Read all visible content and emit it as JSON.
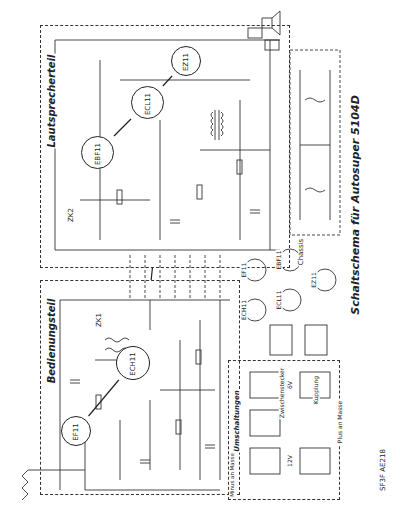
{
  "diagram": {
    "title": "Schaltschema für Autosuper 5104D",
    "nodes": [
      {
        "text": [
          "Bedienungsteil"
        ]
      },
      {
        "text": [
          "Lautsprecherteil"
        ]
      },
      {
        "text": [
          "Umschaltungen"
        ]
      },
      {
        "text": [
          "EF11"
        ],
        "in": 0
      },
      {
        "text": [
          "ECH11"
        ],
        "in": 0
      },
      {
        "text": [
          "EBF11"
        ],
        "in": 1
      },
      {
        "text": [
          "ECL11"
        ],
        "in": 1
      },
      {
        "text": [
          "EZ11"
        ],
        "in": 1
      }
    ],
    "edges": [
      {
        "from": 0,
        "to": 1,
        "arrow": "none"
      },
      {
        "from": 3,
        "to": 4,
        "arrow": "none"
      },
      {
        "from": 5,
        "to": 6,
        "arrow": "none"
      },
      {
        "from": 6,
        "to": 7,
        "arrow": "none"
      }
    ],
    "labels": [
      "Chassis",
      "ZK1",
      "ZK2",
      "Zwischenstecker",
      "Kupplung",
      "EF11",
      "ECH11",
      "EBF11",
      "ECL11",
      "EZ11",
      "6V",
      "12V",
      "Plus an Masse",
      "Minus an Masse",
      "SF3F AE218"
    ]
  }
}
